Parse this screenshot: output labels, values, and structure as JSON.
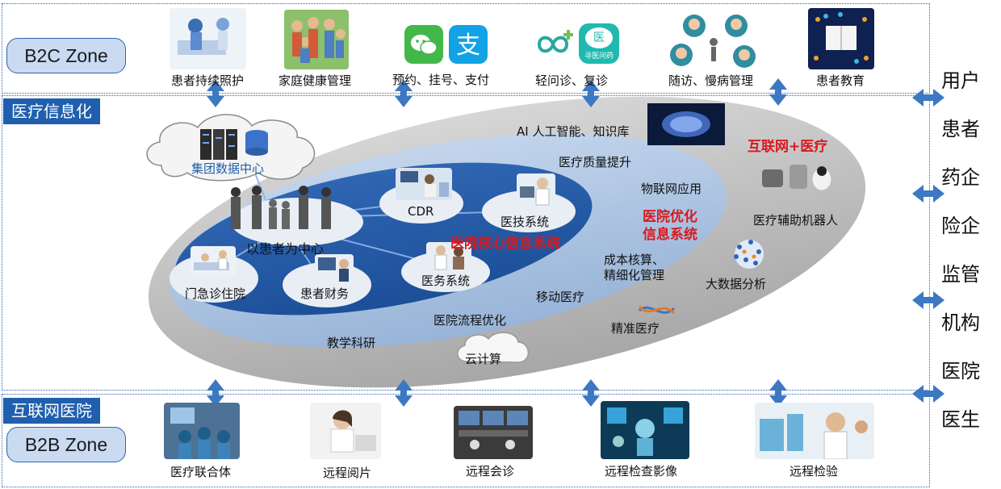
{
  "zones": {
    "b2c": "B2C Zone",
    "medical_it": "医疗信息化",
    "internet_hospital": "互联网医院",
    "b2b": "B2B Zone"
  },
  "b2c_items": [
    "患者持续照护",
    "家庭健康管理",
    "预约、挂号、支付",
    "轻问诊、复诊",
    "随访、慢病管理",
    "患者教育"
  ],
  "b2b_items": [
    "医疗联合体",
    "远程阅片",
    "远程会诊",
    "远程检查影像",
    "远程检验"
  ],
  "app_icon_text": [
    "寻医问药",
    "医"
  ],
  "right_labels": [
    "用户",
    "患者",
    "药企",
    "险企",
    "监管",
    "机构",
    "医院",
    "医生"
  ],
  "diagram": {
    "data_center": "集团数据中心",
    "patient_center": "以患者为中心",
    "cdr": "CDR",
    "tech_system": "医技系统",
    "core_system": "医院核心信息系统",
    "outpatient": "门急诊住院",
    "patient_finance": "患者财务",
    "medical_affairs": "医务系统",
    "optimization_system_line1": "医院优化",
    "optimization_system_line2": "信息系统",
    "iot": "物联网应用",
    "quality": "医疗质量提升",
    "cost_line1": "成本核算、",
    "cost_line2": "精细化管理",
    "mobile": "移动医疗",
    "process": "医院流程优化",
    "teaching": "教学科研",
    "cloud": "云计算",
    "precision": "精准医疗",
    "big_data": "大数据分析",
    "ai": "AI 人工智能、知识库",
    "internet_plus": "互联网+医疗",
    "robot": "医疗辅助机器人"
  },
  "colors": {
    "blue_dark": "#1f5fae",
    "blue_core": "#2a5da8",
    "blue_light": "#a9c2e0",
    "grey_outer": "#b9b9b9",
    "arrow": "#3d78c2",
    "red": "#d9191f"
  }
}
